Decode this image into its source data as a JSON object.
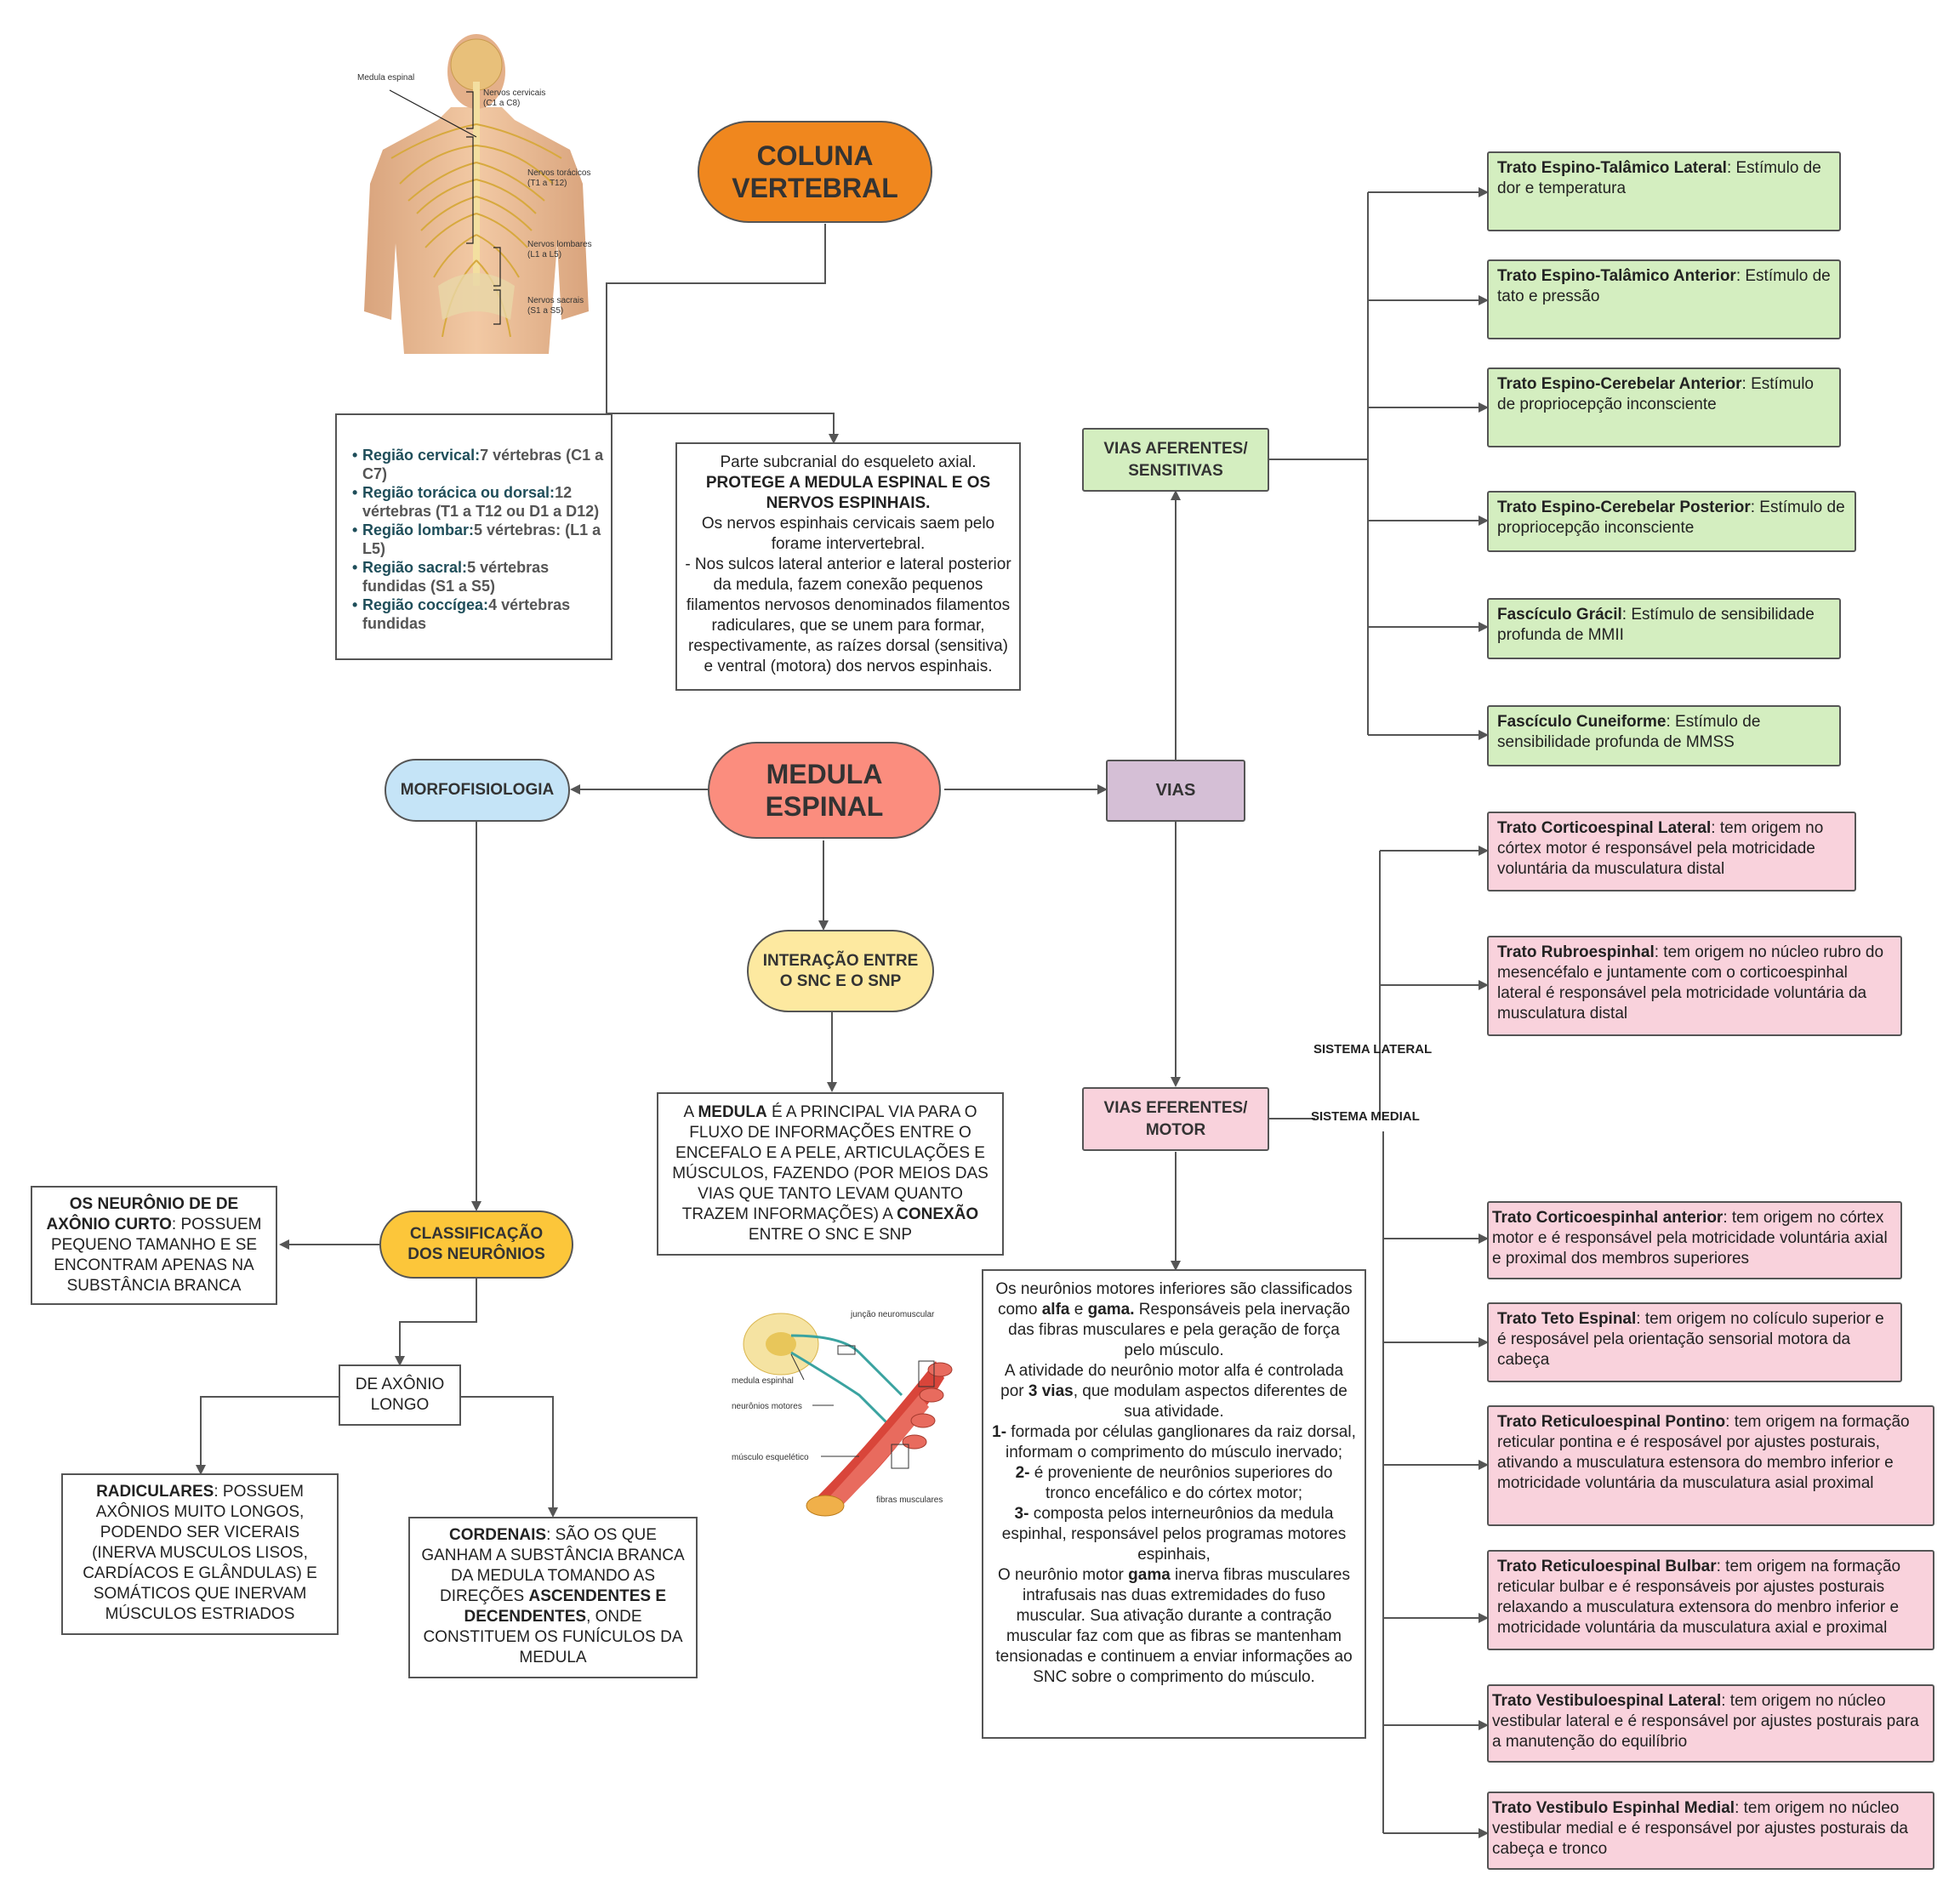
{
  "colors": {
    "orange": "#f0871e",
    "salmon": "#fb8d7e",
    "lightblue": "#c5e4f7",
    "purple": "#d5bfd6",
    "yellow": "#fde9a0",
    "gold": "#fcc63a",
    "green": "#d4eec0",
    "pink": "#f9d2dc"
  },
  "nodes": {
    "coluna": "COLUNA VERTEBRAL",
    "medula": "MEDULA ESPINAL",
    "morfo": "MORFOFISIOLOGIA",
    "vias": "VIAS",
    "interacao": "INTERAÇÃO ENTRE O SNC E O SNP",
    "aferentes": "VIAS AFERENTES/ SENSITIVAS",
    "eferentes": "VIAS EFERENTES/ MOTOR",
    "classificacao": "CLASSIFICAÇÃO DOS NEURÔNIOS",
    "axonio_longo": "DE AXÔNIO LONGO"
  },
  "labels": {
    "lateral": "SISTEMA LATERAL",
    "medial": "SISTEMA MEDIAL"
  },
  "regions": [
    {
      "k": "Região cervical:",
      "v": "7 vértebras (C1 a C7)"
    },
    {
      "k": "Região torácica ou dorsal:",
      "v": "12 vértebras (T1 a T12 ou D1 a D12)"
    },
    {
      "k": "Região lombar:",
      "v": "5 vértebras: (L1 a L5)"
    },
    {
      "k": "Região sacral:",
      "v": "5 vértebras fundidas (S1 a S5)"
    },
    {
      "k": "Região coccígea:",
      "v": "4 vértebras fundidas"
    }
  ],
  "subcranial": {
    "l1": "Parte subcranial do esqueleto axial.",
    "l2": "PROTEGE A MEDULA ESPINAL E OS NERVOS ESPINHAIS.",
    "l3": "Os nervos espinhais cervicais saem pelo forame intervertebral.",
    "l4": "- Nos sulcos lateral anterior e lateral posterior da medula, fazem conexão pequenos filamentos nervosos denominados filamentos radiculares, que se unem para formar, respectivamente, as raízes dorsal (sensitiva) e ventral (motora) dos nervos espinhais."
  },
  "medula_via": {
    "a": "A ",
    "b": "MEDULA",
    "c": " É A  PRINCIPAL VIA PARA O FLUXO DE INFORMAÇÕES ENTRE O ENCEFALO E A PELE, ARTICULAÇÕES E MÚSCULOS, FAZENDO (POR MEIOS DAS VIAS QUE  TANTO LEVAM QUANTO TRAZEM INFORMAÇÕES) A ",
    "d": "CONEXÃO",
    "e": " ENTRE O SNC E SNP"
  },
  "axonio_curto": {
    "b": "OS NEURÔNIO DE DE AXÔNIO CURTO",
    "t": ": POSSUEM PEQUENO TAMANHO E SE ENCONTRAM APENAS NA SUBSTÂNCIA BRANCA"
  },
  "radiculares": {
    "b": "RADICULARES",
    "t": ": POSSUEM AXÔNIOS MUITO LONGOS, PODENDO SER VICERAIS (INERVA MUSCULOS LISOS, CARDÍACOS E GLÂNDULAS) E SOMÁTICOS QUE INERVAM MÚSCULOS ESTRIADOS"
  },
  "cordenais": {
    "b": "CORDENAIS",
    "t1": ": SÃO OS QUE GANHAM A SUBSTÂNCIA BRANCA DA MEDULA TOMANDO AS DIREÇÕES ",
    "b2": "ASCENDENTES E DECENDENTES",
    "t2": ", ONDE CONSTITUEM OS FUNÍCULOS DA MEDULA"
  },
  "motores": {
    "p1a": "Os neurônios motores inferiores são classificados como ",
    "p1b": "alfa",
    "p1c": " e ",
    "p1d": "gama.",
    "p1e": " Responsáveis pela inervação das fibras musculares e pela geração de força pelo músculo.",
    "p2a": "A atividade do neurônio motor alfa é controlada por ",
    "p2b": "3 vias",
    "p2c": ", que modulam aspectos diferentes de sua atividade.",
    "p3a": "1-",
    "p3b": " formada por células ganglionares da raiz dorsal, informam o comprimento do músculo inervado;",
    "p4a": "2-",
    "p4b": " é proveniente de neurônios superiores do tronco encefálico e do córtex motor;",
    "p5a": "3-",
    "p5b": " composta pelos interneurônios da medula espinhal, responsável pelos programas motores espinhais,",
    "p6a": "O neurônio motor ",
    "p6b": "gama",
    "p6c": " inerva fibras musculares intrafusais nas duas extremidades do fuso muscular. Sua ativação durante a contração muscular faz com que as fibras se mantenham tensionadas e continuem a enviar informações ao SNC sobre o comprimento do músculo."
  },
  "afferent": [
    {
      "b": "Trato Espino-Talâmico Lateral",
      "t": ": Estímulo de dor e temperatura"
    },
    {
      "b": "Trato Espino-Talâmico Anterior",
      "t": ": Estímulo de tato e pressão"
    },
    {
      "b": "Trato Espino-Cerebelar Anterior",
      "t": ": Estímulo de propriocepção inconsciente"
    },
    {
      "b": "Trato Espino-Cerebelar Posterior",
      "t": ": Estímulo de propriocepção inconsciente"
    },
    {
      "b": "Fascículo Grácil",
      "t": ": Estímulo de sensibilidade profunda de MMII"
    },
    {
      "b": "Fascículo Cuneiforme",
      "t": ": Estímulo de sensibilidade profunda de MMSS"
    }
  ],
  "efferent": [
    {
      "b": "Trato Corticoespinal Lateral",
      "t": ": tem origem no córtex motor é responsável pela motricidade voluntária da musculatura distal"
    },
    {
      "b": "Trato Rubroespinhal",
      "t": ": tem origem no núcleo rubro do mesencéfalo e juntamente com o corticoespinhal lateral é responsável pela motricidade voluntária da musculatura distal"
    },
    {
      "b": "Trato Corticoespinhal anterior",
      "t": ": tem origem no córtex motor e é responsável pela motricidade voluntária axial e proximal dos membros superiores"
    },
    {
      "b": "Trato Teto Espinal",
      "t": ": tem origem no colículo superior e é resposável pela orientação sensorial motora da cabeça"
    },
    {
      "b": "Trato Reticuloespinal  Pontino",
      "t": ": tem origem na formação reticular pontina e é resposável por ajustes posturais, ativando a musculatura estensora do membro inferior e motricidade voluntária da musculatura asial proximal"
    },
    {
      "b": "Trato Reticuloespinal Bulbar",
      "t": ": tem origem na formação reticular bulbar e é responsáveis por ajustes posturais relaxando a musculatura extensora do menbro inferior e motricidade voluntária da musculatura axial e proximal"
    },
    {
      "b": "Trato Vestibuloespinal Lateral",
      "t": ": tem origem no núcleo vestibular lateral e é responsável por ajustes posturais para a manutenção do equilíbrio"
    },
    {
      "b": "Trato Vestibulo Espinhal Medial",
      "t": ": tem origem no núcleo vestibular medial e é responsável por ajustes posturais da cabeça e tronco"
    }
  ],
  "spine_fig": {
    "medula": "Medula espinal",
    "cervicais": "Nervos cervicais",
    "cervicais_r": "(C1 a C8)",
    "toracicos": "Nervos torácicos",
    "toracicos_r": "(T1 a T12)",
    "lombares": "Nervos lombares",
    "lombares_r": "(L1 a L5)",
    "sacrais": "Nervos sacrais",
    "sacrais_r": "(S1 a S5)"
  },
  "muscle_fig": {
    "juncao": "junção neuromuscular",
    "medula": "medula espinhal",
    "neuronios": "neurônios motores",
    "musculo": "músculo esquelético",
    "fibras": "fibras musculares"
  }
}
